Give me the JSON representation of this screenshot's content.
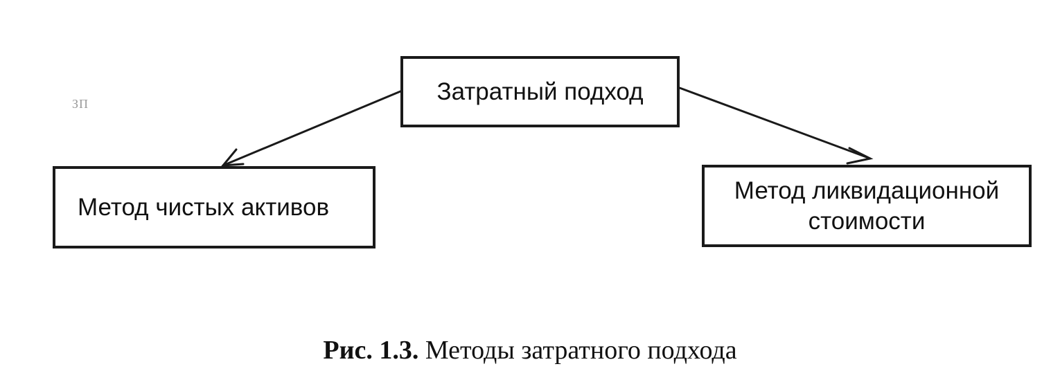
{
  "diagram": {
    "root": {
      "label": "Затратный подход"
    },
    "children": [
      {
        "label": "Метод чистых активов"
      },
      {
        "label": "Метод ликвидационной стоимости"
      }
    ],
    "edges": [
      {
        "from": "Затратный подход",
        "to": "Метод чистых активов"
      },
      {
        "from": "Затратный подход",
        "to": "Метод ликвидационной стоимости"
      }
    ]
  },
  "caption": {
    "number": "Рис. 1.3.",
    "text": "Методы затратного подхода"
  },
  "stray_mark": "ЗП"
}
